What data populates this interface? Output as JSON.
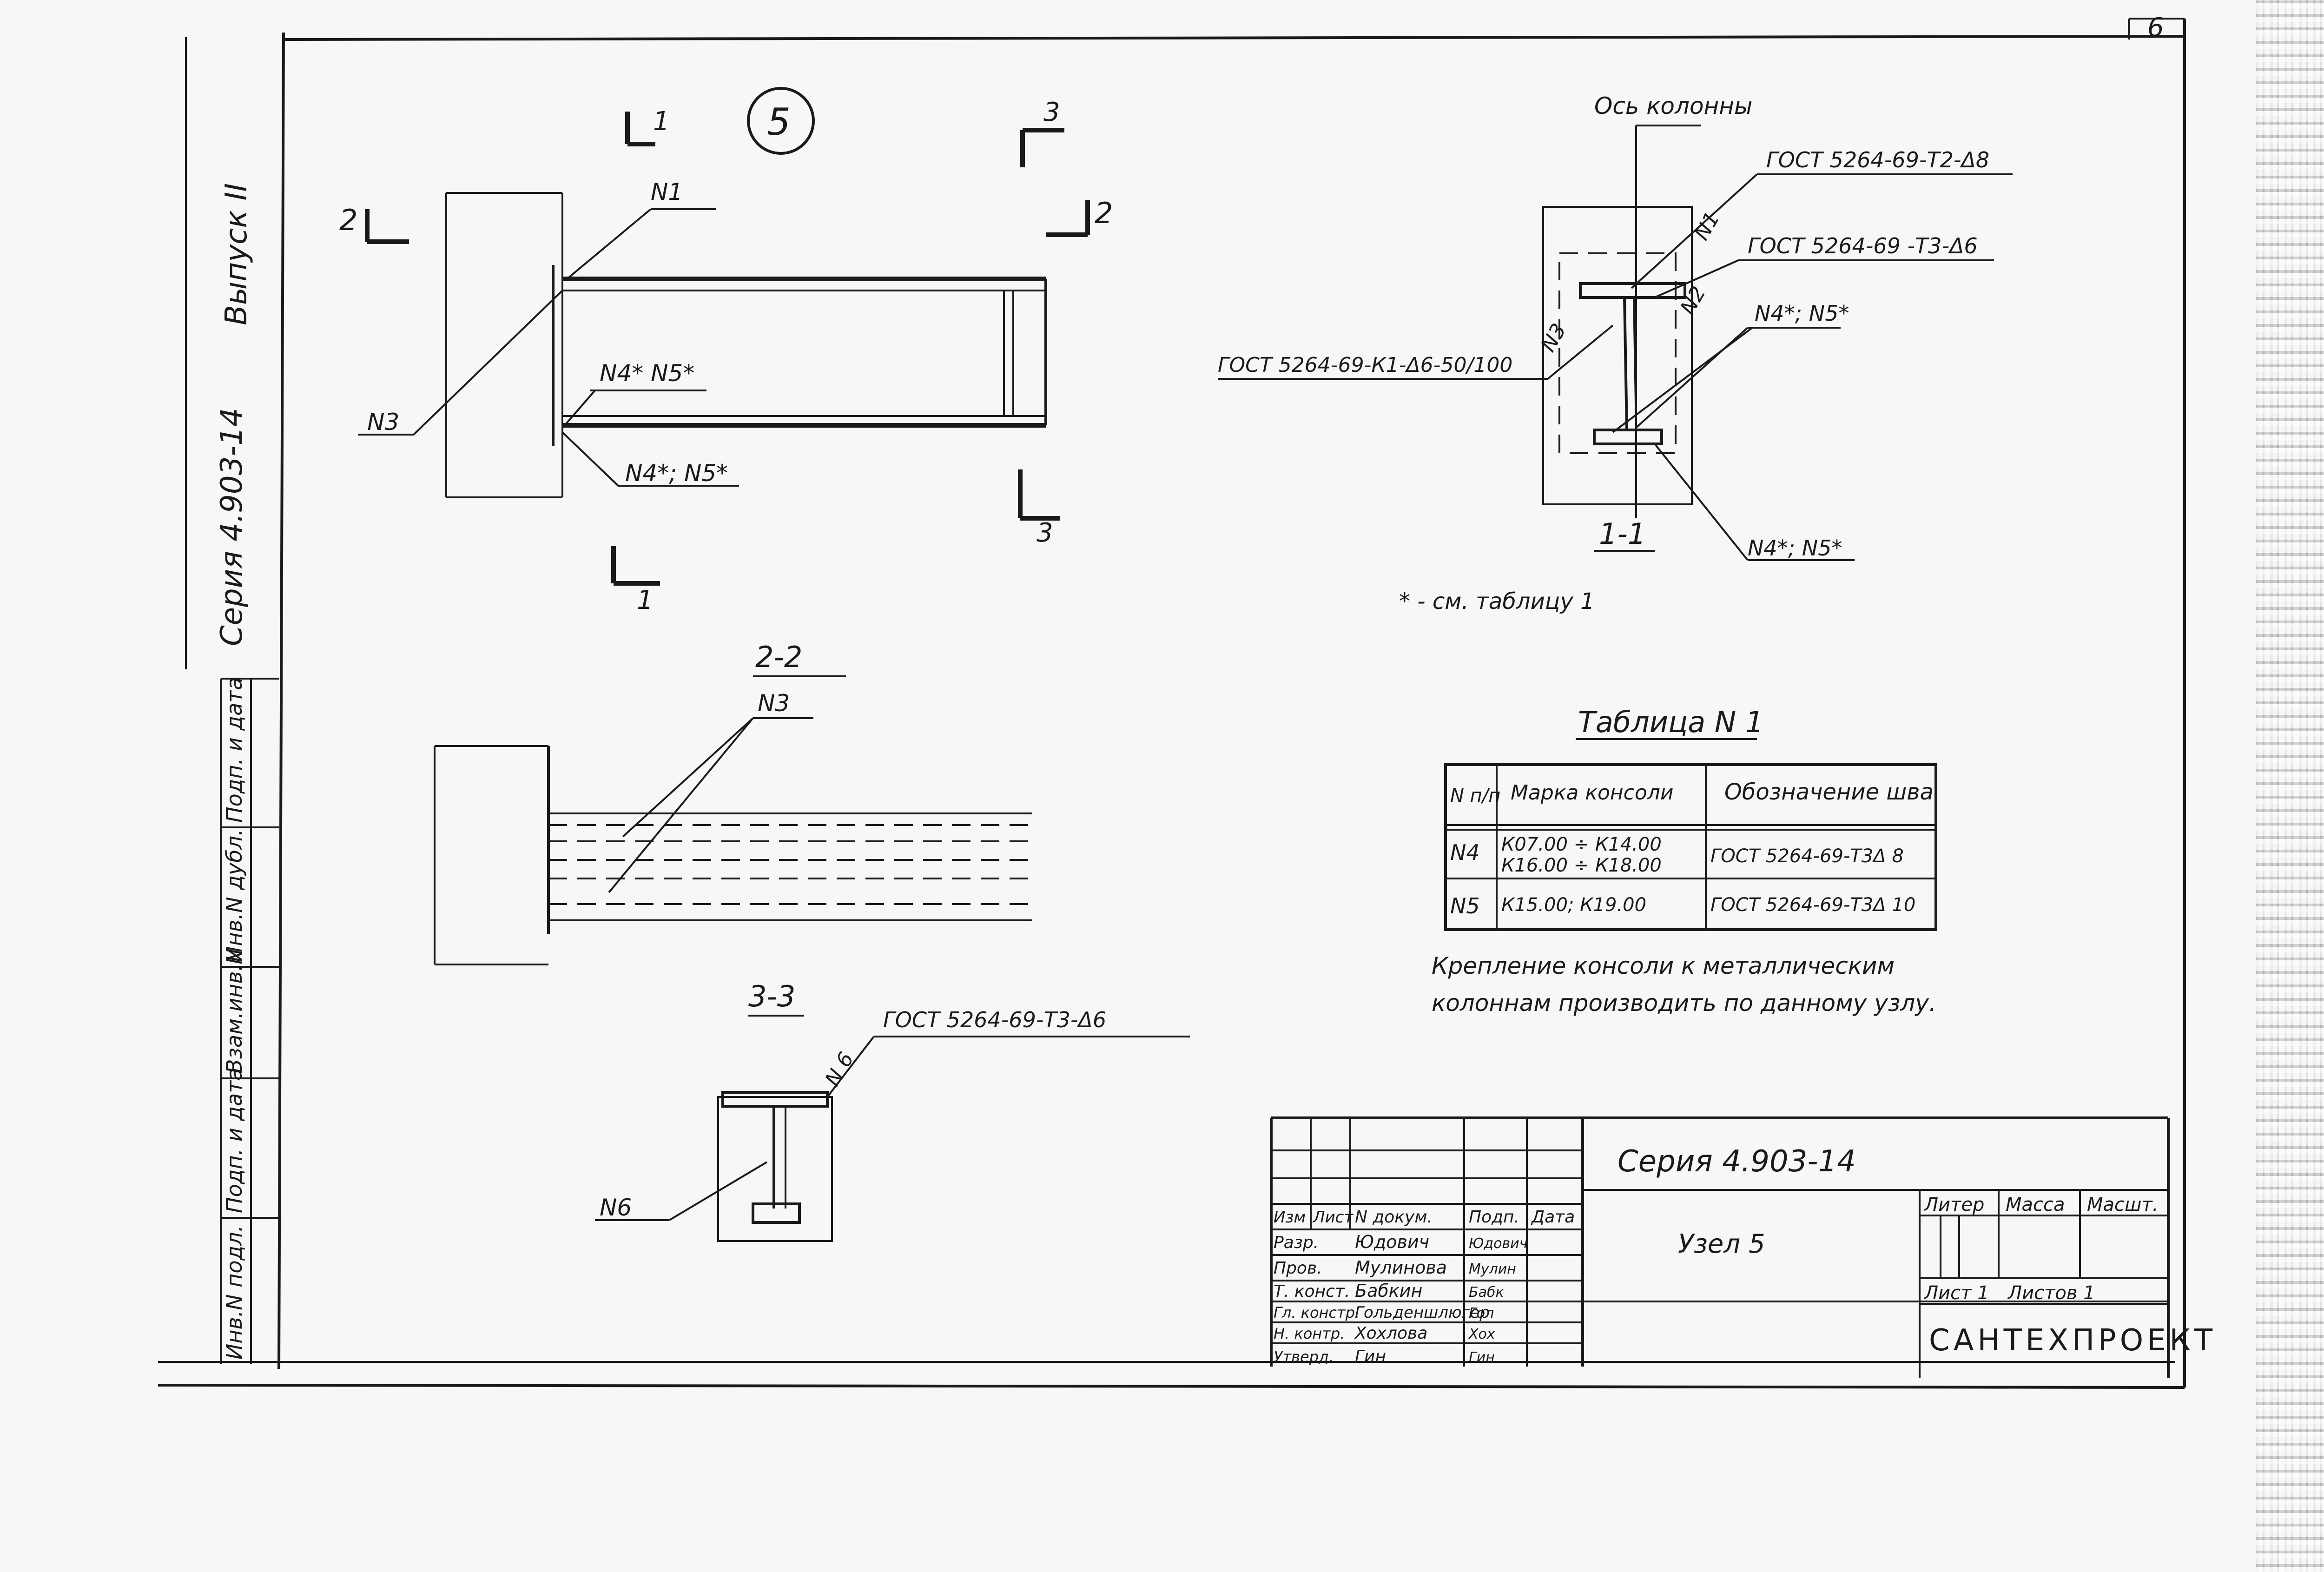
{
  "sheet": {
    "number": "6"
  },
  "node_marker": "5",
  "side_stamp": {
    "series": "Серия 4.903-14",
    "issue": "Выпуск II"
  },
  "left_boxes": [
    "Инв.N подл.",
    "Подп. и дата",
    "Взам.инв.N",
    "Инв.N дубл.",
    "Подп. и дата"
  ],
  "main_view": {
    "sec1_top": "1",
    "sec1_bottom": "1",
    "sec2_left": "2",
    "sec2_right": "2",
    "sec3_top": "3",
    "sec3_bottom": "3",
    "n1": "N1",
    "n3": "N3",
    "n45_top": "N4* N5*",
    "n45_bottom": "N4*; N5*"
  },
  "section_1_1": {
    "title": "1-1",
    "axis": "Ось колонны",
    "weld_t2": "ГОСТ 5264-69-Т2-Δ8",
    "weld_t3": "ГОСТ 5264-69 -Т3-Δ6",
    "weld_k1": "ГОСТ 5264-69-К1-Δ6-50/100",
    "n1": "N1",
    "n2": "N2",
    "n3": "N3",
    "n45_top": "N4*; N5*",
    "n45_bottom": "N4*; N5*",
    "footnote": "* - см. таблицу 1"
  },
  "section_2_2": {
    "title": "2-2",
    "n3": "N3"
  },
  "section_3_3": {
    "title": "3-3",
    "weld": "ГОСТ 5264-69-Т3-Δ6",
    "n6_label": "N6",
    "n6_weld": "N 6"
  },
  "table": {
    "title": "Таблица N 1",
    "headers": [
      "N п/п",
      "Марка консоли",
      "Обозначение шва"
    ],
    "rows": [
      {
        "n": "N4",
        "marks_1": "К07.00 ÷ К14.00",
        "marks_2": "К16.00 ÷ К18.00",
        "weld": "ГОСТ 5264-69-Т3Δ 8"
      },
      {
        "n": "N5",
        "marks_1": "К15.00; К19.00",
        "marks_2": "",
        "weld": "ГОСТ 5264-69-Т3Δ 10"
      }
    ]
  },
  "note": {
    "line1": "Крепление консоли к металлическим",
    "line2": "колоннам производить по данному узлу."
  },
  "title_block": {
    "series": "Серия 4.903-14",
    "name": "Узел 5",
    "org": "САНТЕХПРОЕКТ",
    "col_headers": [
      "Изм",
      "Лист",
      "N докум.",
      "Подп.",
      "Дата"
    ],
    "people": [
      {
        "role": "Разр.",
        "name": "Юдович",
        "sign": "Юдович"
      },
      {
        "role": "Пров.",
        "name": "Мулинова",
        "sign": "Мулин"
      },
      {
        "role": "Т. конст.",
        "name": "Бабкин",
        "sign": "Бабк"
      },
      {
        "role": "Гл. констр.",
        "name": "Гольденшлюгер",
        "sign": "Гол"
      },
      {
        "role": "Н. контр.",
        "name": "Хохлова",
        "sign": "Хох"
      },
      {
        "role": "Утверд.",
        "name": "Гин",
        "sign": "Гин"
      }
    ],
    "stage": "Литер",
    "mass": "Масса",
    "scale": "Масшт.",
    "sheet": "Лист 1",
    "sheets": "Листов 1"
  }
}
